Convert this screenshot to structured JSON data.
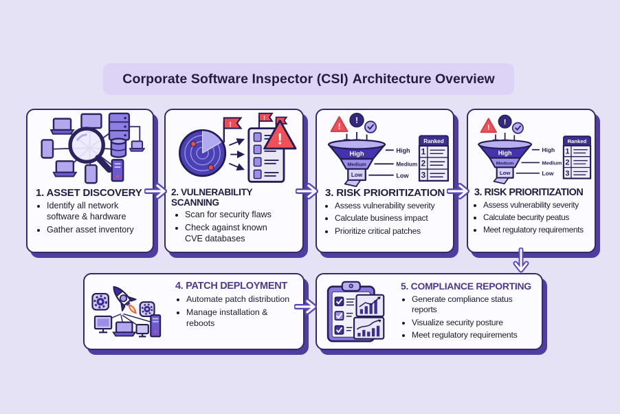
{
  "title": {
    "regular": "Corporate Software Inspector (CSI)",
    "bold": "Architecture Overview"
  },
  "boxes": [
    {
      "heading": "1. ASSET DISCOVERY",
      "bullets": [
        "Identify all network software & hardware",
        "Gather asset inventory"
      ]
    },
    {
      "heading": "2. VULNERABILITY SCANNING",
      "bullets": [
        "Scan for security flaws",
        "Check against known CVE databases"
      ]
    },
    {
      "heading": "3. RISK PRIORITIZATION",
      "bullets": [
        "Assess vulnerability severity",
        "Calculate business impact",
        "Prioritize critical patches"
      ]
    },
    {
      "heading": "3. RISK PRIORITIZATION",
      "bullets": [
        "Assess vulnerability severity",
        "Calculate becurity peatus",
        "Meet regulatory requirements"
      ]
    },
    {
      "heading": "4. PATCH DEPLOYMENT",
      "bullets": [
        "Automate patch distribution",
        "Manage installation & reboots"
      ]
    },
    {
      "heading": "5. COMPLIANCE REPORTING",
      "bullets": [
        "Generate compliance status reports",
        "Visualize security posture",
        "Meet regulatory requirements"
      ]
    }
  ],
  "funnel": {
    "levels": [
      "High",
      "Medium",
      "Low"
    ],
    "side_labels": [
      "High",
      "Medium",
      "Low"
    ],
    "ranked_header": "Ranked",
    "ranked_rows": [
      "1",
      "2",
      "3"
    ]
  },
  "icons": {
    "alert_glyph": "!"
  },
  "colors": {
    "background": "#e6e2f5",
    "title_pill": "#ddd3f6",
    "box_fill": "#fcfbff",
    "box_border": "#342a68",
    "box_shadow": "#4f3da0",
    "heading_top_row": "#221c44",
    "heading_bottom_row": "#4b3a8e",
    "body_text": "#1a172e",
    "alert_red": "#ee4b55",
    "icon_purple_dark": "#4334ae",
    "icon_purple": "#8d7ee4",
    "icon_purple_light": "#b9aeef",
    "flame_orange": "#f59140"
  }
}
